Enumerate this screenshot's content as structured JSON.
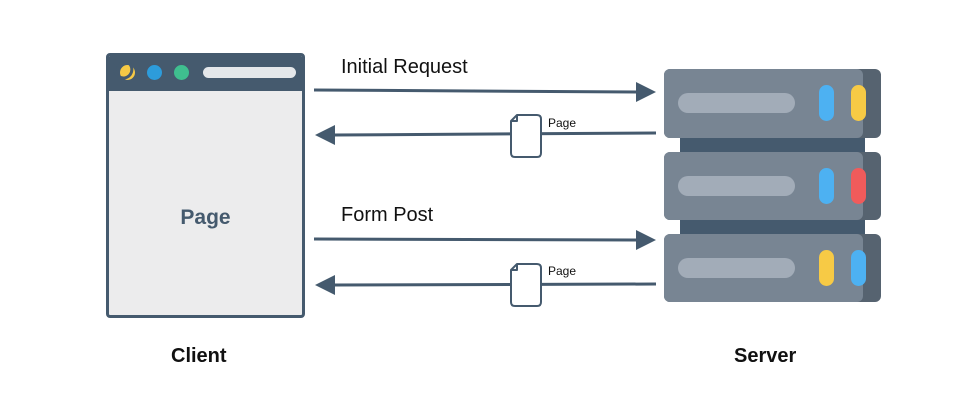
{
  "colors": {
    "frame": "#455a6e",
    "window_bg": "#ececed",
    "dot_yellow": "#f6c945",
    "dot_blue": "#2d9cdb",
    "dot_green": "#3fbf8f",
    "server_body": "#788593",
    "server_dark": "#566370",
    "server_slot": "#a2acb8",
    "led_blue": "#4db1f2",
    "led_yellow": "#f7ca45",
    "led_red": "#f05b5b",
    "arrow": "#455a6e"
  },
  "client": {
    "page_label": "Page",
    "caption": "Client",
    "reload_icon": "reload-icon"
  },
  "server": {
    "caption": "Server",
    "units": [
      {
        "leds": [
          "led_blue",
          "led_yellow"
        ]
      },
      {
        "leds": [
          "led_blue",
          "led_red"
        ]
      },
      {
        "leds": [
          "led_yellow",
          "led_blue"
        ]
      }
    ]
  },
  "flows": {
    "initial_request": "Initial Request",
    "response_1": "Page",
    "form_post": "Form Post",
    "response_2": "Page"
  }
}
